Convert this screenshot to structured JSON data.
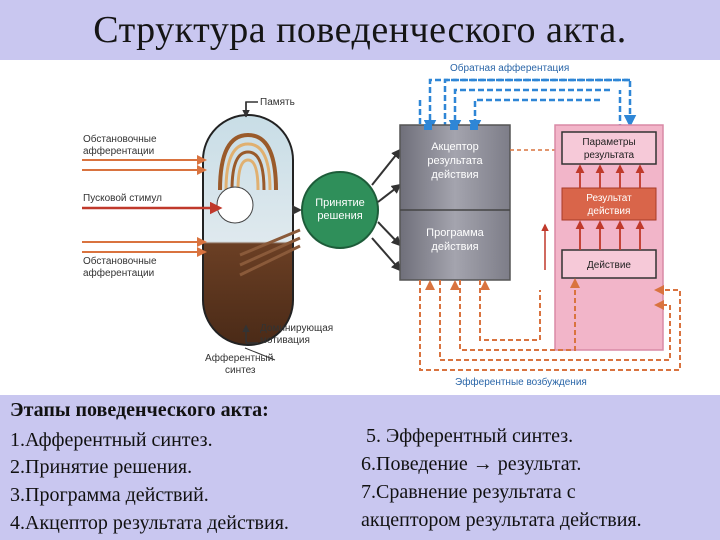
{
  "title": "Структура поведенческого акта.",
  "diagram": {
    "labels": {
      "feedback": "Обратная афферентация",
      "memory": "Память",
      "situational_top": [
        "Обстановочные",
        "афферентации"
      ],
      "trigger": "Пусковой стимул",
      "situational_bottom": [
        "Обстановочные",
        "афферентации"
      ],
      "decision": [
        "Принятие",
        "решения"
      ],
      "acceptor": [
        "Акцептор",
        "результата",
        "действия"
      ],
      "program": [
        "Программа",
        "действия"
      ],
      "params": [
        "Параметры",
        "результата"
      ],
      "result": [
        "Результат",
        "действия"
      ],
      "action": "Действие",
      "motivation": [
        "Доминирующая",
        "мотивация"
      ],
      "afferent_synthesis": [
        "Афферентный",
        "синтез"
      ],
      "efferent": "Эфферентные возбуждения"
    },
    "colors": {
      "blue_arrow": "#2e86d6",
      "orange_arrow": "#d9733f",
      "decision_fill": "#2f8f5a",
      "acceptor_fill": "#8e8e99",
      "pink_panel": "#f2b5c9",
      "brown_fill": "#6b3f24",
      "result_fill": "#d9654a"
    }
  },
  "stages": {
    "heading": "Этапы поведенческого акта:",
    "left": [
      "1.Афферентный синтез.",
      "2.Принятие решения.",
      "3.Программа действий.",
      "4.Акцептор результата действия."
    ],
    "right": [
      "5. Эфферентный синтез.",
      "6.Поведение → результат.",
      "7.Сравнение результата с",
      "акцептором результата действия."
    ]
  }
}
